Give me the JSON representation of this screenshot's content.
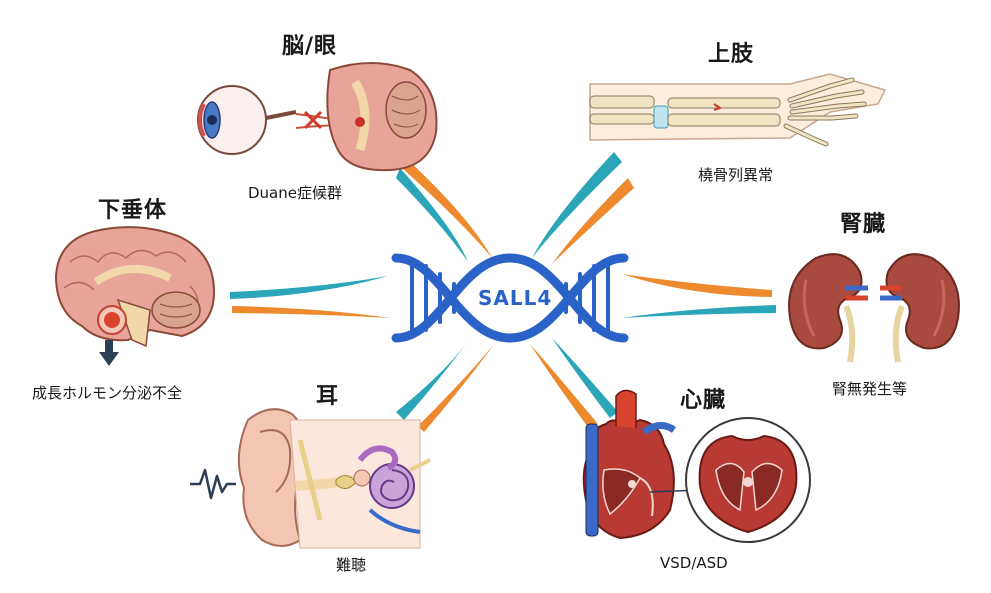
{
  "center": {
    "gene": "SALL4"
  },
  "nodes": {
    "brain_eye": {
      "title": "脳/眼",
      "caption": "Duane症候群"
    },
    "upper_limb": {
      "title": "上肢",
      "caption": "橈骨列異常"
    },
    "pituitary": {
      "title": "下垂体",
      "caption": "成長ホルモン分泌不全"
    },
    "kidney": {
      "title": "腎臓",
      "caption": "腎無発生等"
    },
    "ear": {
      "title": "耳",
      "caption": "難聴"
    },
    "heart": {
      "title": "心臓",
      "caption": "VSD/ASD"
    }
  },
  "colors": {
    "dna_blue": "#2a62c8",
    "ray_teal": "#2aa6b8",
    "ray_orange": "#ee8a2e",
    "tissue_pink": "#e9a49a",
    "bone": "#f1e4c4",
    "kidney": "#a84a3e",
    "heart": "#b83a32",
    "arrow_dark": "#2d3e55"
  },
  "icons": [
    "eye-brain-illustration",
    "arm-bones-illustration",
    "brain-pituitary-illustration",
    "kidneys-illustration",
    "ear-anatomy-illustration",
    "heart-illustration",
    "down-arrow-icon",
    "sound-wave-icon",
    "dna-helix-icon"
  ]
}
